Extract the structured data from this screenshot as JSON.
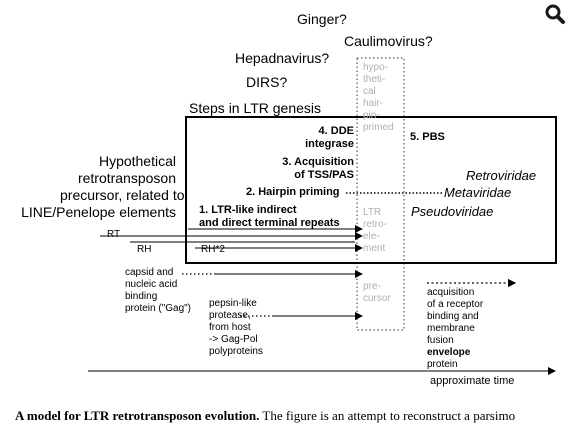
{
  "diagram": {
    "top_questions": [
      "Ginger?",
      "Caulimovirus?",
      "Hepadnavirus?",
      "DIRS?"
    ],
    "steps_title": "Steps in LTR genesis",
    "left_label": [
      "Hypothetical",
      "retrotransposon",
      "precursor, related to",
      "LINE/Penelope elements"
    ],
    "steps": [
      {
        "lines": [
          "4. DDE",
          "integrase"
        ]
      },
      {
        "lines": [
          "3. Acquisition",
          "of TSS/PAS"
        ]
      },
      {
        "lines": [
          "2. Hairpin priming"
        ]
      },
      {
        "lines": [
          "1. LTR-like indirect",
          "and direct terminal repeats"
        ]
      }
    ],
    "step5": "5. PBS",
    "families": [
      "Retroviridae",
      "Metaviridae",
      "Pseudoviridae"
    ],
    "column_top": [
      "hypo-",
      "theti-",
      "cal",
      "hair-",
      "pin-",
      "primed"
    ],
    "column_mid": [
      "LTR",
      "retro-",
      "ele-",
      "ment"
    ],
    "column_bottom": [
      "pre-",
      "cursor"
    ],
    "rt_labels": {
      "rt": "RT",
      "rh": "RH",
      "rh2": "RH*2"
    },
    "gag_label": [
      "capsid and",
      "nucleic acid",
      "binding",
      "protein (\"Gag\")"
    ],
    "protease_label": [
      "pepsin-like",
      "protease,",
      "from host",
      "-> Gag-Pol",
      "polyproteins"
    ],
    "envelope_label": [
      "acquisition",
      "of a receptor",
      "binding and",
      "membrane",
      "fusion"
    ],
    "envelope_bold": "envelope",
    "envelope_tail": "protein",
    "time_label": "approximate time"
  },
  "caption": {
    "bold": "A model for LTR retrotransposon evolution.",
    "rest": " The figure is an attempt to reconstruct a parsimo"
  },
  "icons": {
    "zoom": "magnifier-icon"
  }
}
